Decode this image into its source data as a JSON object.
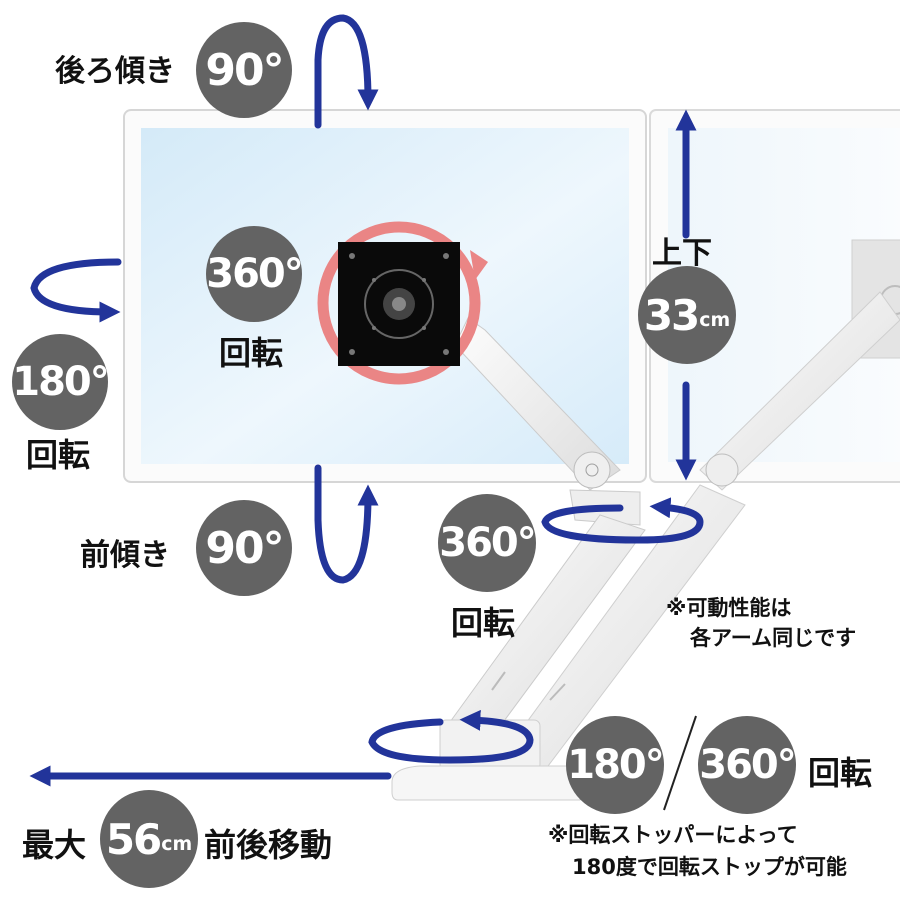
{
  "tilt_back": {
    "label": "後ろ傾き",
    "value": "90°"
  },
  "tilt_forward": {
    "label": "前傾き",
    "value": "90°"
  },
  "vesa_rotation": {
    "value": "360°",
    "label": "回転"
  },
  "panel_swivel": {
    "value": "180°",
    "label": "回転"
  },
  "height": {
    "label": "上下",
    "value": "33",
    "unit": "cm"
  },
  "arm_rotation": {
    "value": "360°",
    "label": "回転"
  },
  "base_rotation": {
    "value_a": "180°",
    "separator": "/",
    "value_b": "360°",
    "label": "回転"
  },
  "reach": {
    "prefix": "最大",
    "value": "56",
    "unit": "cm",
    "suffix": "前後移動"
  },
  "note_arms": [
    "※可動性能は",
    "各アーム同じです"
  ],
  "note_stopper": [
    "※回転ストッパーによって",
    "180度で回転ストップが可能"
  ],
  "colors": {
    "arrow": "#22349a",
    "badge": "#636363",
    "rotation_ring": "#ea8585",
    "screen": "#d9ecfa"
  }
}
